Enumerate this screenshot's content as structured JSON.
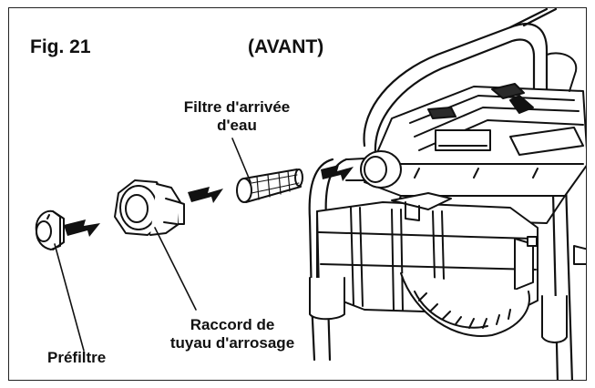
{
  "figure": {
    "number_label": "Fig. 21",
    "view_label": "(AVANT)"
  },
  "callouts": {
    "water_inlet_filter": [
      "Filtre d'arrivée",
      "d'eau"
    ],
    "hose_connector": [
      "Raccord de",
      "tuyau d'arrosage"
    ],
    "prefilter": "Préfiltre"
  },
  "colors": {
    "line": "#111111",
    "background": "#ffffff",
    "shade": "#2a2a2a"
  }
}
